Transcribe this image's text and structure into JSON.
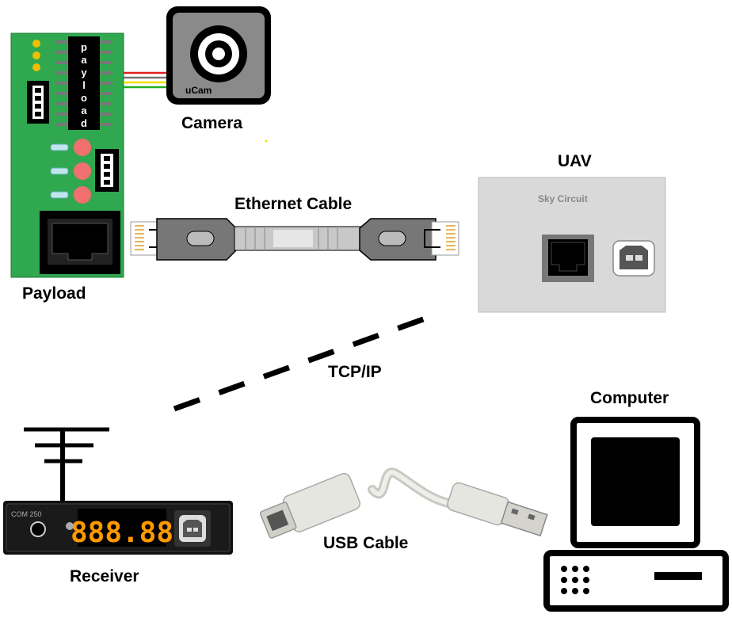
{
  "labels": {
    "payload_chip": [
      "p",
      "a",
      "y",
      "l",
      "o",
      "a",
      "d"
    ],
    "camera_brand": "uCam",
    "camera": "Camera",
    "payload": "Payload",
    "ethernet": "Ethernet Cable",
    "uav": "UAV",
    "uav_brand": "Sky Circuit",
    "tcpip": "TCP/IP",
    "computer": "Computer",
    "receiver": "Receiver",
    "receiver_model": "COM 250",
    "receiver_display": "888.88",
    "usb": "USB Cable"
  },
  "colors": {
    "board_green": "#2fa84f",
    "led_yellow": "#f0c000",
    "button_pink": "#f07070",
    "uav_box": "#d9d9d9",
    "display_orange": "#ff9900",
    "wire_red": "#e02020",
    "wire_yellow": "#f0e000",
    "wire_green": "#20b020"
  }
}
